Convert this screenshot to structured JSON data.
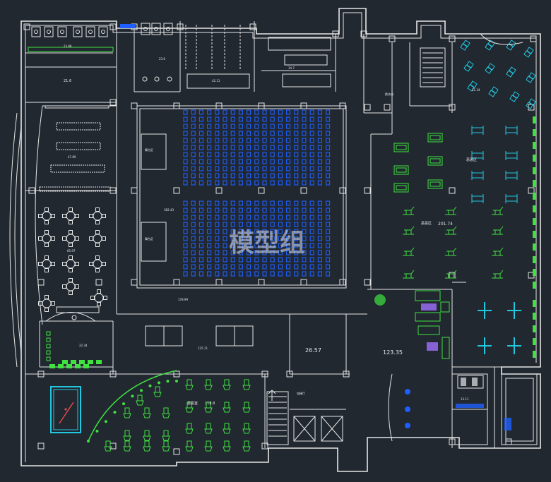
{
  "colors": {
    "background": "#212830",
    "wall": "#e6e6e6",
    "seat_blue": "#1f5fff",
    "seat_cyan": "#22c7e0",
    "furniture_green": "#3fe23f",
    "purple": "#a070ff",
    "text": "#e8e8e8"
  },
  "watermark": "模型组",
  "rooms": {
    "top_left_area": "23.88",
    "small_top_left": "23.6",
    "dressing": "21.6",
    "storage": "42.11",
    "store": "34.7",
    "upper_right": "11.34",
    "recycle": "201.74",
    "area_47": "47.89",
    "dining_area": "65.97",
    "hall_main": "382.43",
    "stage": "178.99",
    "corridor": "125.11",
    "kitchen": "22.34",
    "play_room": "118.8",
    "room_center": "26.57",
    "room_east": "123.35",
    "music_area": "13.11"
  },
  "labels": {
    "recycle_tag": "恶恶区",
    "boxing_tag": "恶恶区",
    "play_room_tag": "恶恶室",
    "stage_side_left": "舞台区",
    "stage_side_right": "舞台区",
    "cloakroom": "换衣间",
    "lift_lobby": "电梯厅"
  },
  "icons": {
    "stairs": "stairs-icon",
    "elevator": "elevator-icon",
    "billiards": "billiards-table-icon",
    "plant": "plant-icon",
    "north": "north-arrow-icon"
  }
}
